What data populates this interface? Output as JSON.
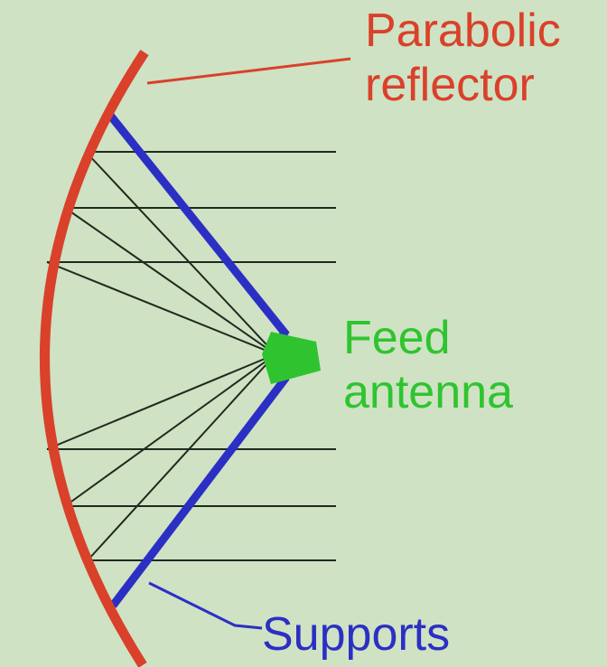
{
  "diagram": {
    "labels": {
      "reflector": {
        "line1": "Parabolic",
        "line2": "reflector"
      },
      "feed": {
        "line1": "Feed",
        "line2": "antenna"
      },
      "supports": {
        "text": "Supports"
      }
    },
    "colors": {
      "background": "#cfe2c4",
      "reflector": "#d9412a",
      "supports": "#2c2fc4",
      "feed": "#2fc42f",
      "rays": "#1f2a1f"
    },
    "parts": [
      "parabolic-reflector",
      "feed-antenna",
      "supports",
      "rays"
    ]
  }
}
